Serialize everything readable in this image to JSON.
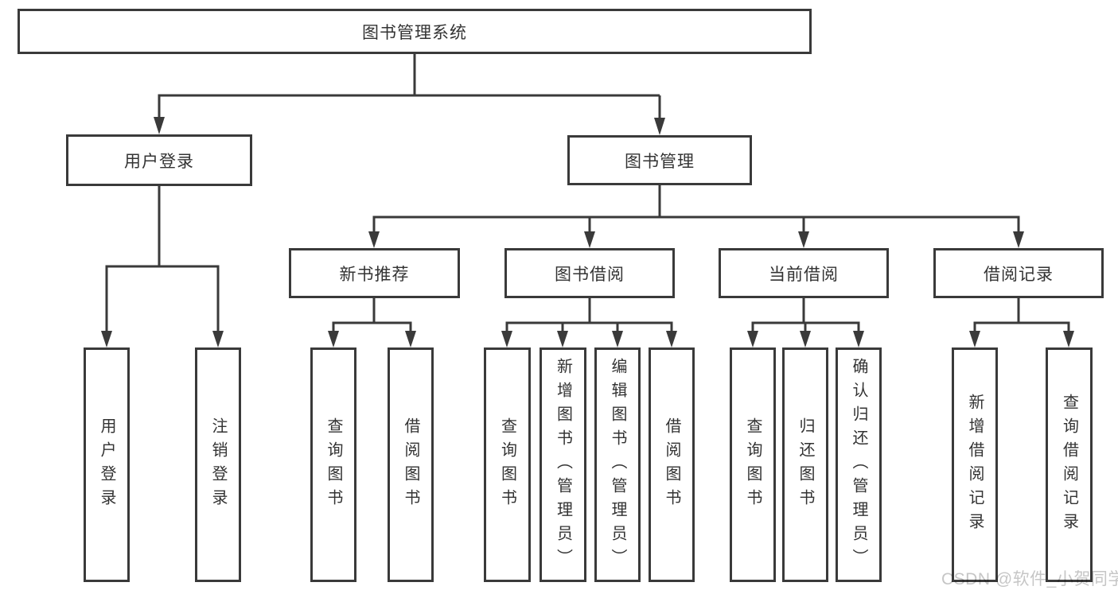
{
  "tree": {
    "root": {
      "label": "图书管理系统"
    },
    "level2": [
      {
        "label": "用户登录",
        "children": [
          {
            "label": "用户登录"
          },
          {
            "label": "注销登录"
          }
        ]
      },
      {
        "label": "图书管理",
        "groups": [
          {
            "label": "新书推荐",
            "children": [
              {
                "label": "查询图书"
              },
              {
                "label": "借阅图书"
              }
            ]
          },
          {
            "label": "图书借阅",
            "children": [
              {
                "label": "查询图书"
              },
              {
                "label": "新增图书（管理员）"
              },
              {
                "label": "编辑图书（管理员）"
              },
              {
                "label": "借阅图书"
              }
            ]
          },
          {
            "label": "当前借阅",
            "children": [
              {
                "label": "查询图书"
              },
              {
                "label": "归还图书"
              },
              {
                "label": "确认归还（管理员）"
              }
            ]
          },
          {
            "label": "借阅记录",
            "children": [
              {
                "label": "新增借阅记录"
              },
              {
                "label": "查询借阅记录"
              }
            ]
          }
        ]
      }
    ]
  },
  "watermark": {
    "text": "CSDN @软件_小贺同学"
  },
  "colors": {
    "line": "#3a3a3a",
    "box_border": "#3a3a3a",
    "text": "#333333",
    "watermark": "#c6c6c6",
    "background": "#ffffff"
  }
}
